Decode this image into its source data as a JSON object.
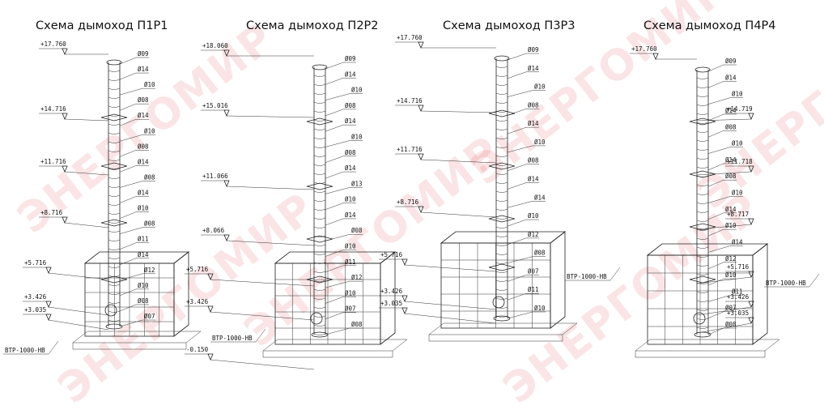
{
  "watermark": "ЭНЕРГОМИР",
  "colors": {
    "watermark": "#e0373e",
    "lines": "#222222"
  },
  "schemes": [
    {
      "title": "Схема дымоход П1Р1",
      "elev": [
        "+17.760",
        "+14.716",
        "+11.716",
        "+8.716",
        "+5.716",
        "+3.426",
        "+3.035"
      ],
      "labels": [
        "Ø09",
        "Ø14",
        "Ø10",
        "Ø08",
        "Ø14",
        "Ø10",
        "Ø08",
        "Ø14",
        "Ø08",
        "Ø14",
        "Ø10",
        "Ø08",
        "Ø11",
        "Ø14",
        "Ø12",
        "Ø10",
        "Ø08",
        "Ø07"
      ],
      "unit": "ВТР-1000-НВ"
    },
    {
      "title": "Схема дымоход П2Р2",
      "elev": [
        "+18.060",
        "+15.016",
        "+11.066",
        "+8.066",
        "+5.716",
        "+3.426",
        "-0.150"
      ],
      "labels": [
        "Ø09",
        "Ø14",
        "Ø10",
        "Ø08",
        "Ø14",
        "Ø10",
        "Ø08",
        "Ø14",
        "Ø13",
        "Ø10",
        "Ø14",
        "Ø08",
        "Ø10",
        "Ø11",
        "Ø12",
        "Ø10",
        "Ø07",
        "Ø08"
      ],
      "unit": "ВТР-1000-НВ"
    },
    {
      "title": "Схема дымоход П3Р3",
      "elev": [
        "+17.760",
        "+14.716",
        "+11.716",
        "+8.716",
        "+5.716",
        "+3.426",
        "+3.035"
      ],
      "labels": [
        "Ø09",
        "Ø14",
        "Ø10",
        "Ø08",
        "Ø14",
        "Ø10",
        "Ø08",
        "Ø14",
        "Ø14",
        "Ø10",
        "Ø12",
        "Ø08",
        "Ø07",
        "Ø11",
        "Ø10"
      ],
      "unit": "ВТР-1000-НВ"
    },
    {
      "title": "Схема дымоход П4Р4",
      "elev": [
        "+17.760",
        "+14.719",
        "+11.718",
        "+8.717",
        "+5.716",
        "+3.426",
        "+3.035"
      ],
      "labels": [
        "Ø09",
        "Ø14",
        "Ø10",
        "Ø14",
        "Ø08",
        "Ø10",
        "Ø14",
        "Ø08",
        "Ø10",
        "Ø14",
        "Ø10",
        "Ø14",
        "Ø12",
        "Ø10",
        "Ø11",
        "Ø07",
        "Ø08"
      ],
      "unit": "ВТР-1000-НВ"
    }
  ]
}
